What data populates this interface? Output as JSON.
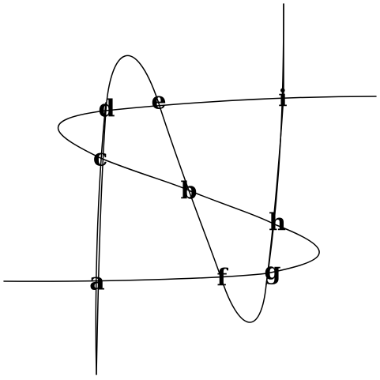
{
  "diagram": {
    "stroke_color": "#000000",
    "background": "#ffffff",
    "points": [
      {
        "id": "a",
        "label": "a"
      },
      {
        "id": "b",
        "label": "b"
      },
      {
        "id": "c",
        "label": "c"
      },
      {
        "id": "d",
        "label": "d"
      },
      {
        "id": "e",
        "label": "e"
      },
      {
        "id": "f",
        "label": "f"
      },
      {
        "id": "g",
        "label": "g"
      },
      {
        "id": "h",
        "label": "h"
      },
      {
        "id": "i",
        "label": "i"
      }
    ]
  }
}
